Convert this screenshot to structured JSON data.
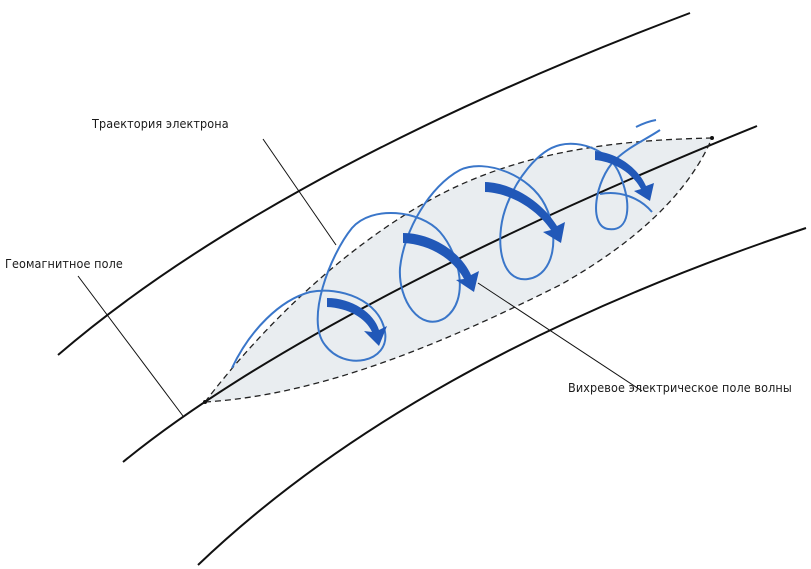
{
  "labels": {
    "trajectory": "Траектория электрона",
    "geomagnetic": "Геомагнитное поле",
    "vortex": "Вихревое электрическое поле волны"
  },
  "colors": {
    "line": "#111111",
    "spiral": "#3a76c9",
    "arrow": "#2158b8",
    "shade": "#e9edf0"
  }
}
